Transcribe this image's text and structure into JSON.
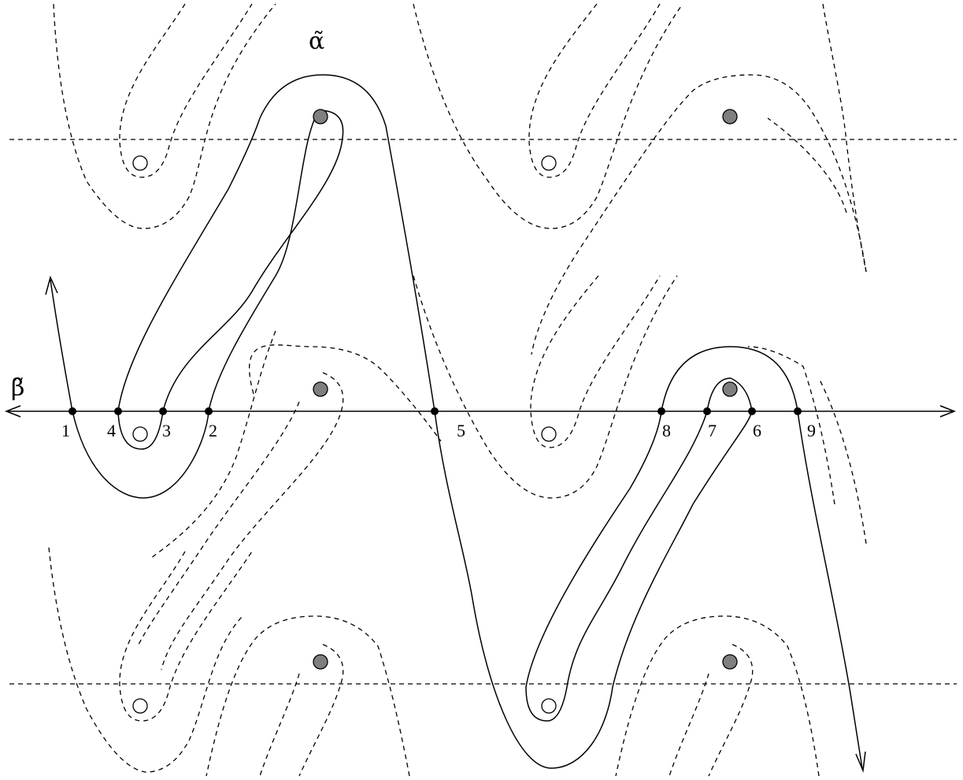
{
  "curve_labels": {
    "alpha": "α̃",
    "beta": "β̃"
  },
  "intersection_labels": [
    "1",
    "2",
    "3",
    "4",
    "5",
    "6",
    "7",
    "8",
    "9"
  ],
  "colors": {
    "line": "#000000",
    "filled_puncture": "#7f7f7f",
    "open_puncture": "#ffffff"
  }
}
